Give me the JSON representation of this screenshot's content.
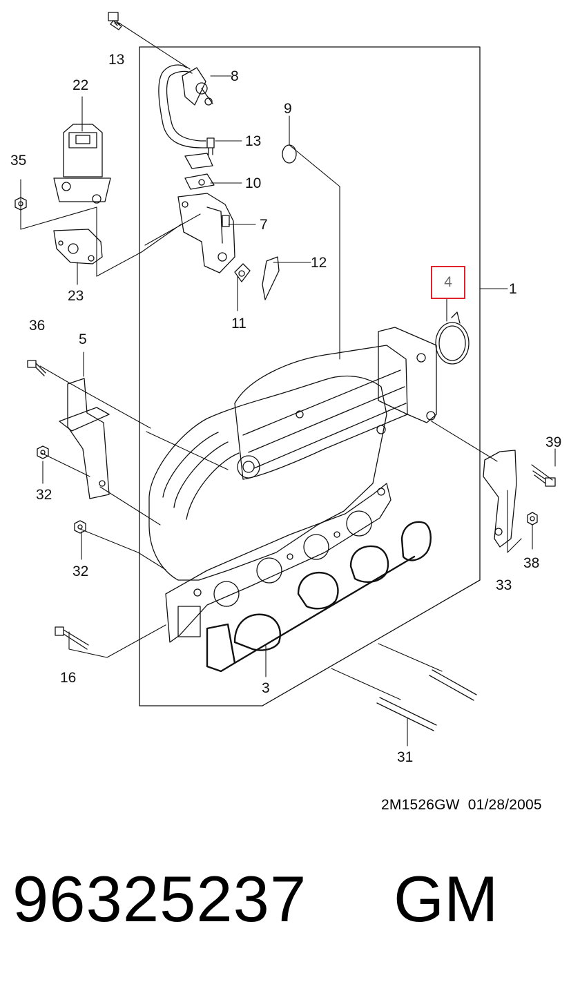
{
  "diagram": {
    "callouts": [
      "13",
      "8",
      "22",
      "9",
      "13",
      "35",
      "10",
      "7",
      "12",
      "23",
      "11",
      "4",
      "1",
      "36",
      "5",
      "39",
      "32",
      "33",
      "38",
      "32",
      "16",
      "3",
      "31"
    ],
    "highlighted_part": "4",
    "accent_color": "#e0212b",
    "drawing_ref": "2M1526GW  01/28/2005"
  },
  "footer": {
    "part_number": "96325237",
    "brand": "GM"
  }
}
